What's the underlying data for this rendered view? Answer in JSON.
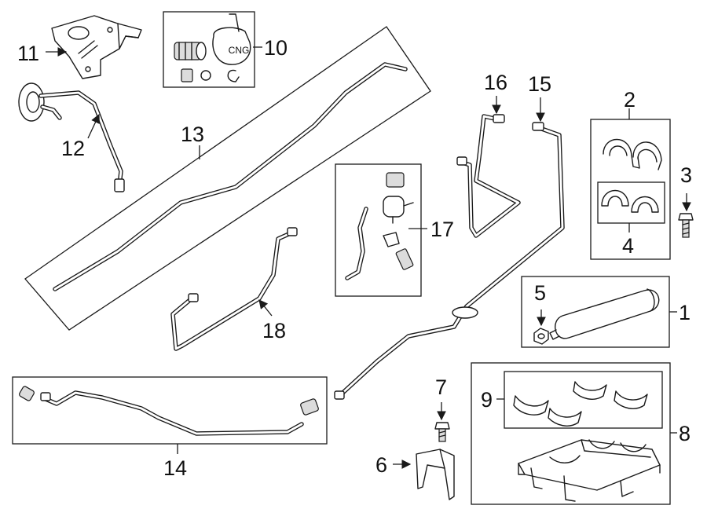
{
  "callouts": {
    "c1": "1",
    "c2": "2",
    "c3": "3",
    "c4": "4",
    "c5": "5",
    "c6": "6",
    "c7": "7",
    "c8": "8",
    "c9": "9",
    "c10": "10",
    "c11": "11",
    "c12": "12",
    "c13": "13",
    "c14": "14",
    "c15": "15",
    "c16": "16",
    "c17": "17",
    "c18": "18"
  },
  "labels": {
    "cng": "CNG"
  }
}
